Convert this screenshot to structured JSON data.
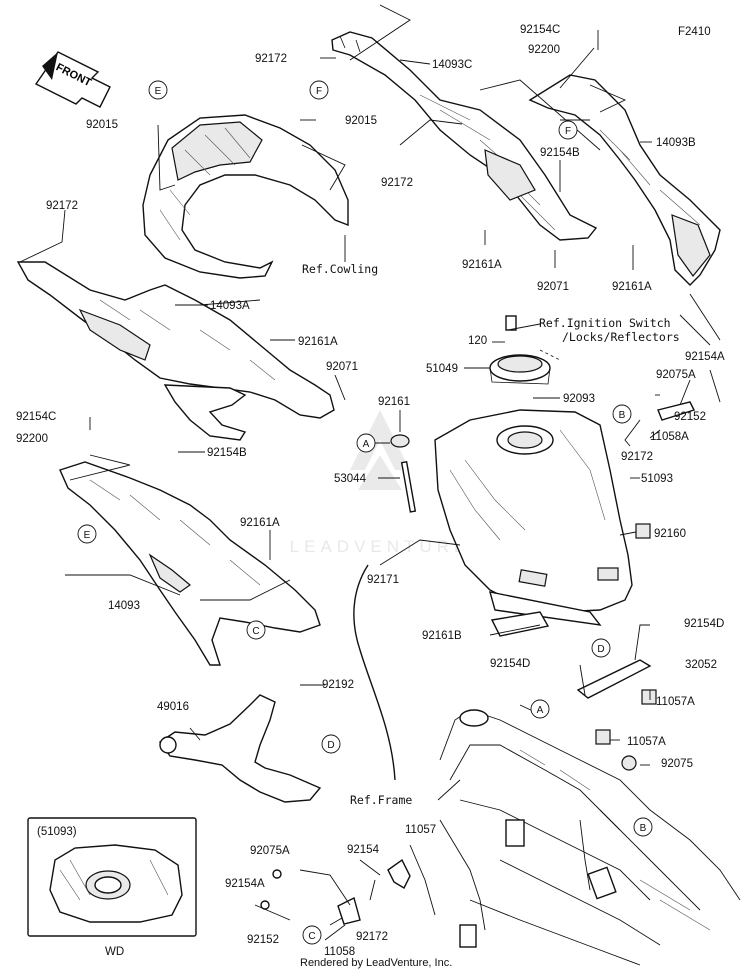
{
  "diagram_code": "F2410",
  "front_label": "FRONT",
  "credit": "Rendered by LeadVenture, Inc.",
  "watermark": "LEADVENTURE",
  "inset": {
    "title": "(51093)",
    "caption": "WD"
  },
  "refs": {
    "cowling": "Ref.Cowling",
    "ignition_line1": "Ref.Ignition Switch",
    "ignition_line2": "/Locks/Reflectors",
    "frame": "Ref.Frame"
  },
  "callouts": {
    "a": "A",
    "b": "B",
    "c": "C",
    "d": "D",
    "e": "E",
    "f": "F"
  },
  "parts": {
    "p92154c": "92154C",
    "p92200": "92200",
    "p92172": "92172",
    "p14093c": "14093C",
    "p14093b": "14093B",
    "p92015": "92015",
    "p92154b": "92154B",
    "p92161a": "92161A",
    "p92071": "92071",
    "p14093a": "14093A",
    "p120": "120",
    "p51049": "51049",
    "p92093": "92093",
    "p92161": "92161",
    "p92154a": "92154A",
    "p92075a": "92075A",
    "p92152": "92152",
    "p11058a": "11058A",
    "p53044": "53044",
    "p51093": "51093",
    "p92160": "92160",
    "p14093": "14093",
    "p92171": "92171",
    "p92161b": "92161B",
    "p92154d": "92154D",
    "p32052": "32052",
    "p11057a": "11057A",
    "p92192": "92192",
    "p49016": "49016",
    "p92075": "92075",
    "p11057": "11057",
    "p92154": "92154",
    "p11058": "11058"
  }
}
